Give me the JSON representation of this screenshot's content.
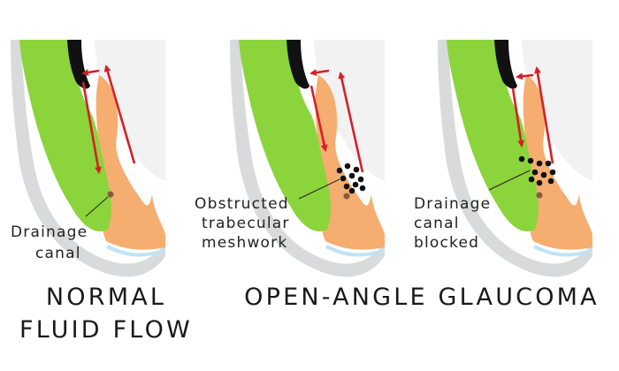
{
  "panels": [
    {
      "label_lines": [
        "Drainage",
        "canal"
      ],
      "obstruction": "none"
    },
    {
      "label_lines": [
        "Obstructed",
        "trabecular",
        "meshwork"
      ],
      "obstruction": "trabecular-meshwork"
    },
    {
      "label_lines": [
        "Drainage",
        "canal",
        "blocked"
      ],
      "obstruction": "drainage-canal"
    }
  ],
  "captions": {
    "normal_line1": "NORMAL",
    "normal_line2": "FLUID FLOW",
    "glaucoma": "OPEN-ANGLE GLAUCOMA"
  },
  "colors": {
    "sclera": "#d9dadb",
    "cornea_face": "#f2f2f3",
    "iris": "#111111",
    "ciliary_body": "#8cd43c",
    "trabecular_tissue": "#f5ad70",
    "flow_arrows": "#d42027",
    "canal": "#8a5a3a",
    "aqueous": "#bfe4f3"
  }
}
